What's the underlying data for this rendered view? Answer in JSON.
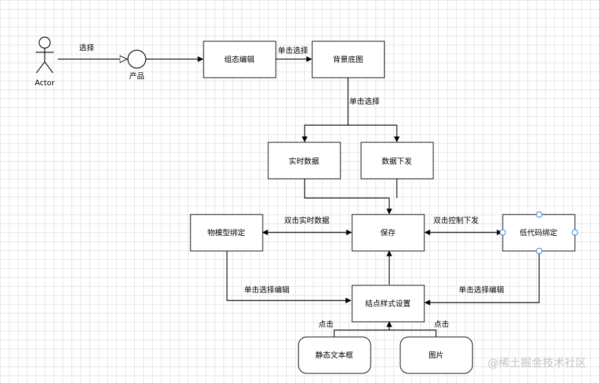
{
  "actor": {
    "label": "Actor"
  },
  "product": {
    "label": "产品"
  },
  "nodes": {
    "config_edit": "组态编辑",
    "background": "背景底图",
    "realtime": "实时数据",
    "data_send": "数据下发",
    "model_bind": "物模型绑定",
    "save": "保存",
    "lowcode_bind": "低代码绑定",
    "node_style": "结点样式设置",
    "static_text": "静态文本框",
    "image": "图片"
  },
  "edges": {
    "select": "选择",
    "click_select_1": "单击选择",
    "click_select_2": "单击选择",
    "dbl_realtime": "双击实时数据",
    "dbl_control_send": "双击控制下发",
    "click_edit_left": "单击选择编辑",
    "click_edit_right": "单击选择编辑",
    "click_static": "点击",
    "click_image": "点击"
  },
  "watermark": "@稀土掘金技术社区",
  "colors": {
    "grid": "#e6e6e6",
    "stroke": "#000000",
    "handle": "#3a8ee6",
    "watermark": "#c3c3c3"
  }
}
